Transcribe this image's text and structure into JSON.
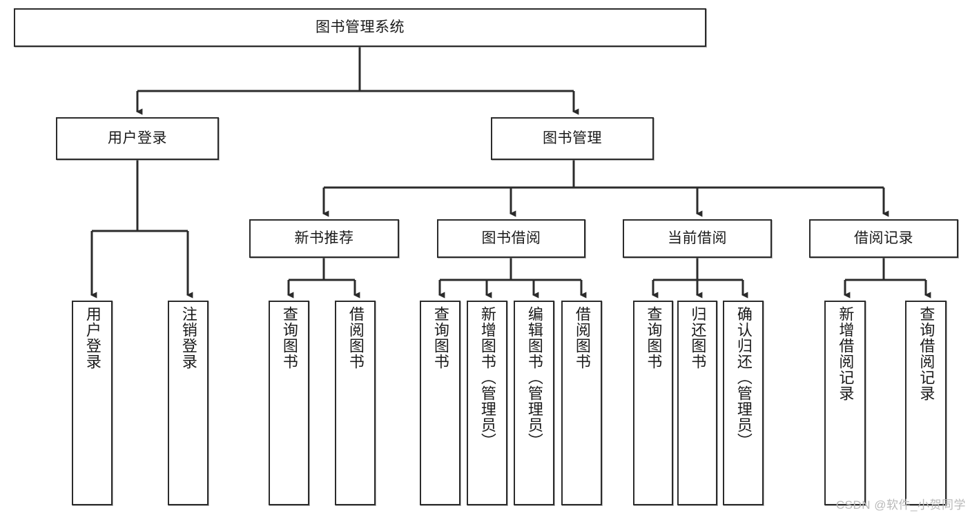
{
  "diagram": {
    "type": "hierarchy-tree",
    "title": "图书管理系统",
    "watermark": "CSDN @软件_小贺同学",
    "colors": {
      "box_border": "#2b2b2b",
      "box_fill": "#ffffff",
      "edge": "#2b2b2b",
      "text": "#1a1a1a",
      "watermark": "#b9b9b9"
    },
    "nodes": {
      "root": {
        "label": "图书管理系统",
        "level": 0
      },
      "user_login": {
        "label": "用户登录",
        "level": 1
      },
      "book_mgmt": {
        "label": "图书管理",
        "level": 1
      },
      "new_book_rec": {
        "label": "新书推荐",
        "level": 2
      },
      "book_borrow": {
        "label": "图书借阅",
        "level": 2
      },
      "current_borrow": {
        "label": "当前借阅",
        "level": 2
      },
      "borrow_record": {
        "label": "借阅记录",
        "level": 2
      },
      "leaf_user_login": {
        "label": "用户登录",
        "level": 3
      },
      "leaf_logout": {
        "label": "注销登录",
        "level": 3
      },
      "leaf_query_book_1": {
        "label": "查询图书",
        "level": 3
      },
      "leaf_borrow_book_1": {
        "label": "借阅图书",
        "level": 3
      },
      "leaf_query_book_2": {
        "label": "查询图书",
        "level": 3
      },
      "leaf_add_book": {
        "label": "新增图书（管理员）",
        "level": 3
      },
      "leaf_edit_book": {
        "label": "编辑图书（管理员）",
        "level": 3
      },
      "leaf_borrow_book_2": {
        "label": "借阅图书",
        "level": 3
      },
      "leaf_query_book_3": {
        "label": "查询图书",
        "level": 3
      },
      "leaf_return_book": {
        "label": "归还图书",
        "level": 3
      },
      "leaf_confirm_return": {
        "label": "确认归还（管理员）",
        "level": 3
      },
      "leaf_add_record": {
        "label": "新增借阅记录",
        "level": 3
      },
      "leaf_query_record": {
        "label": "查询借阅记录",
        "level": 3
      }
    },
    "edges": [
      {
        "from": "root",
        "to": "user_login"
      },
      {
        "from": "root",
        "to": "book_mgmt"
      },
      {
        "from": "user_login",
        "to": "leaf_user_login"
      },
      {
        "from": "user_login",
        "to": "leaf_logout"
      },
      {
        "from": "book_mgmt",
        "to": "new_book_rec"
      },
      {
        "from": "book_mgmt",
        "to": "book_borrow"
      },
      {
        "from": "book_mgmt",
        "to": "current_borrow"
      },
      {
        "from": "book_mgmt",
        "to": "borrow_record"
      },
      {
        "from": "new_book_rec",
        "to": "leaf_query_book_1"
      },
      {
        "from": "new_book_rec",
        "to": "leaf_borrow_book_1"
      },
      {
        "from": "book_borrow",
        "to": "leaf_query_book_2"
      },
      {
        "from": "book_borrow",
        "to": "leaf_add_book"
      },
      {
        "from": "book_borrow",
        "to": "leaf_edit_book"
      },
      {
        "from": "book_borrow",
        "to": "leaf_borrow_book_2"
      },
      {
        "from": "current_borrow",
        "to": "leaf_query_book_3"
      },
      {
        "from": "current_borrow",
        "to": "leaf_return_book"
      },
      {
        "from": "current_borrow",
        "to": "leaf_confirm_return"
      },
      {
        "from": "borrow_record",
        "to": "leaf_add_record"
      },
      {
        "from": "borrow_record",
        "to": "leaf_query_record"
      }
    ]
  }
}
